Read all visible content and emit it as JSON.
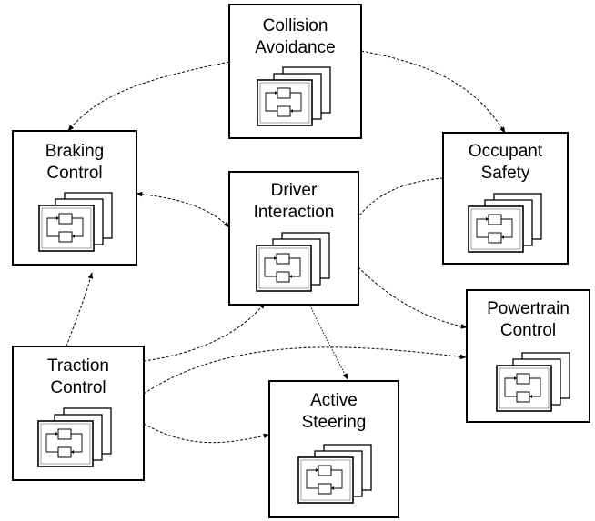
{
  "nodes": {
    "collision": {
      "line1": "Collision",
      "line2": "Avoidance"
    },
    "braking": {
      "line1": "Braking",
      "line2": "Control"
    },
    "occupant": {
      "line1": "Occupant",
      "line2": "Safety"
    },
    "driver": {
      "line1": "Driver",
      "line2": "Interaction"
    },
    "powertrain": {
      "line1": "Powertrain",
      "line2": "Control"
    },
    "traction": {
      "line1": "Traction",
      "line2": "Control"
    },
    "steering": {
      "line1": "Active",
      "line2": "Steering"
    }
  },
  "edges": [
    {
      "from": "collision",
      "to": "braking"
    },
    {
      "from": "collision",
      "to": "occupant"
    },
    {
      "from": "braking",
      "to": "driver",
      "bidirectional": true
    },
    {
      "from": "occupant",
      "to": "driver"
    },
    {
      "from": "driver",
      "to": "powertrain"
    },
    {
      "from": "driver",
      "to": "steering"
    },
    {
      "from": "traction",
      "to": "braking"
    },
    {
      "from": "traction",
      "to": "driver"
    },
    {
      "from": "traction",
      "to": "powertrain"
    },
    {
      "from": "traction",
      "to": "steering"
    }
  ],
  "icon_names": [
    "stacked-subsystem-icon"
  ]
}
